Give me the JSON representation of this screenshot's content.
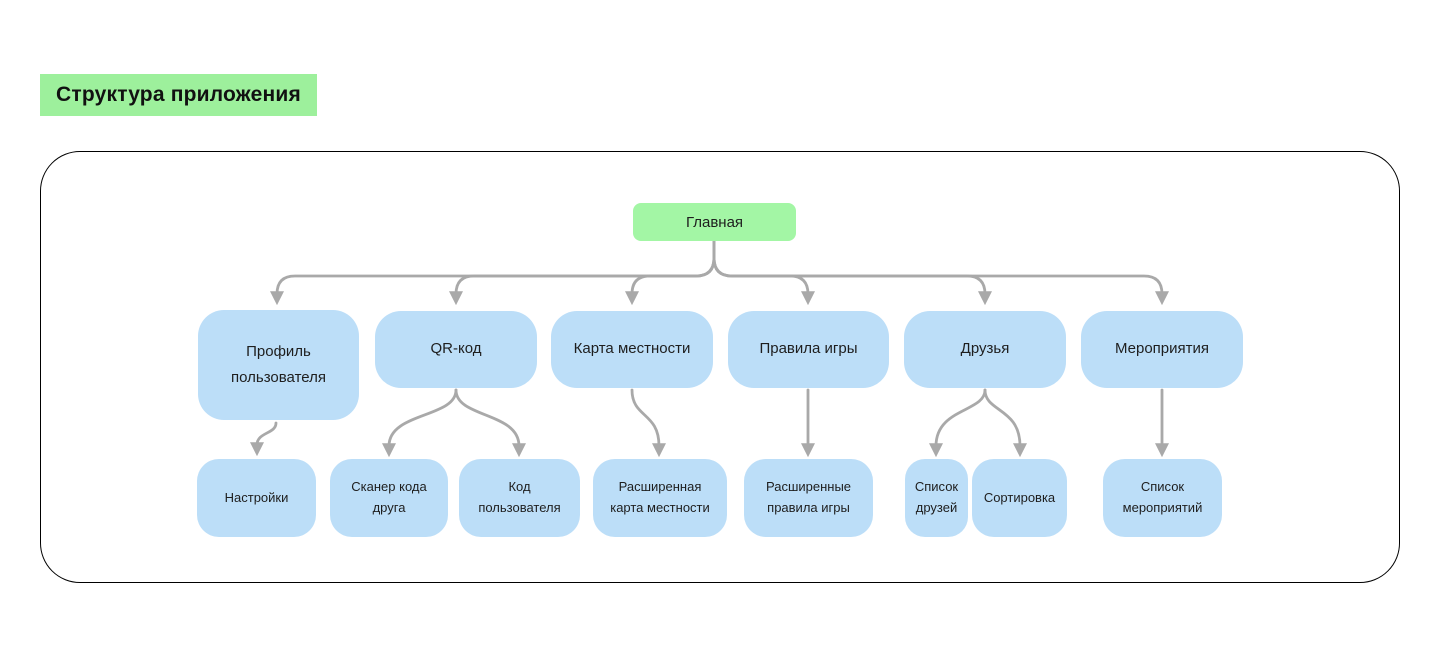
{
  "page": {
    "title": "Структура приложения"
  },
  "colors": {
    "title_highlight": "#9df09c",
    "root_node_green": "#a3f6a5",
    "child_node_blue": "#bcdef8",
    "connector_gray": "#a9a9a9",
    "frame_border": "#000000",
    "text": "#1e1e1e"
  },
  "diagram": {
    "root": {
      "label": "Главная"
    },
    "level2": [
      {
        "id": "profile",
        "label": "Профиль\nпользователя"
      },
      {
        "id": "qr",
        "label": "QR-код"
      },
      {
        "id": "map",
        "label": "Карта местности"
      },
      {
        "id": "rules",
        "label": "Правила игры"
      },
      {
        "id": "friends",
        "label": "Друзья"
      },
      {
        "id": "events",
        "label": "Мероприятия"
      }
    ],
    "level3": [
      {
        "id": "settings",
        "parent": "profile",
        "label": "Настройки"
      },
      {
        "id": "scanner",
        "parent": "qr",
        "label": "Сканер кода\nдруга"
      },
      {
        "id": "usercode",
        "parent": "qr",
        "label": "Код\nпользователя"
      },
      {
        "id": "extmap",
        "parent": "map",
        "label": "Расширенная\nкарта местности"
      },
      {
        "id": "extrules",
        "parent": "rules",
        "label": "Расширенные\nправила игры"
      },
      {
        "id": "friendlist",
        "parent": "friends",
        "label": "Список\nдрузей"
      },
      {
        "id": "sorting",
        "parent": "friends",
        "label": "Сортировка"
      },
      {
        "id": "eventlist",
        "parent": "events",
        "label": "Список\nмероприятий"
      }
    ]
  }
}
